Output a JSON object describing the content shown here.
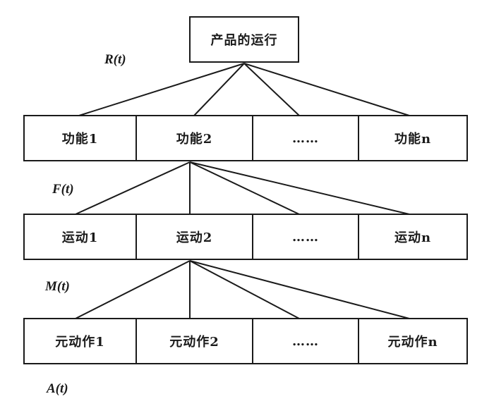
{
  "diagram": {
    "title_node": {
      "label": "产品的运行",
      "tag": "R(t)"
    },
    "levels": [
      {
        "tag": "F(t)",
        "nodes": [
          {
            "label": "功能1"
          },
          {
            "label": "功能2"
          },
          {
            "label": "……"
          },
          {
            "label": "功能n"
          }
        ]
      },
      {
        "tag": "M(t)",
        "nodes": [
          {
            "label": "运动1"
          },
          {
            "label": "运动2"
          },
          {
            "label": "……"
          },
          {
            "label": "运动n"
          }
        ]
      },
      {
        "tag": "A(t)",
        "nodes": [
          {
            "label": "元动作1"
          },
          {
            "label": "元动作2"
          },
          {
            "label": "……"
          },
          {
            "label": "元动作n"
          }
        ]
      }
    ],
    "colors": {
      "background": "#ffffff",
      "line": "#1a1a1a",
      "border": "#1a1a1a",
      "text": "#1a1a1a"
    }
  }
}
